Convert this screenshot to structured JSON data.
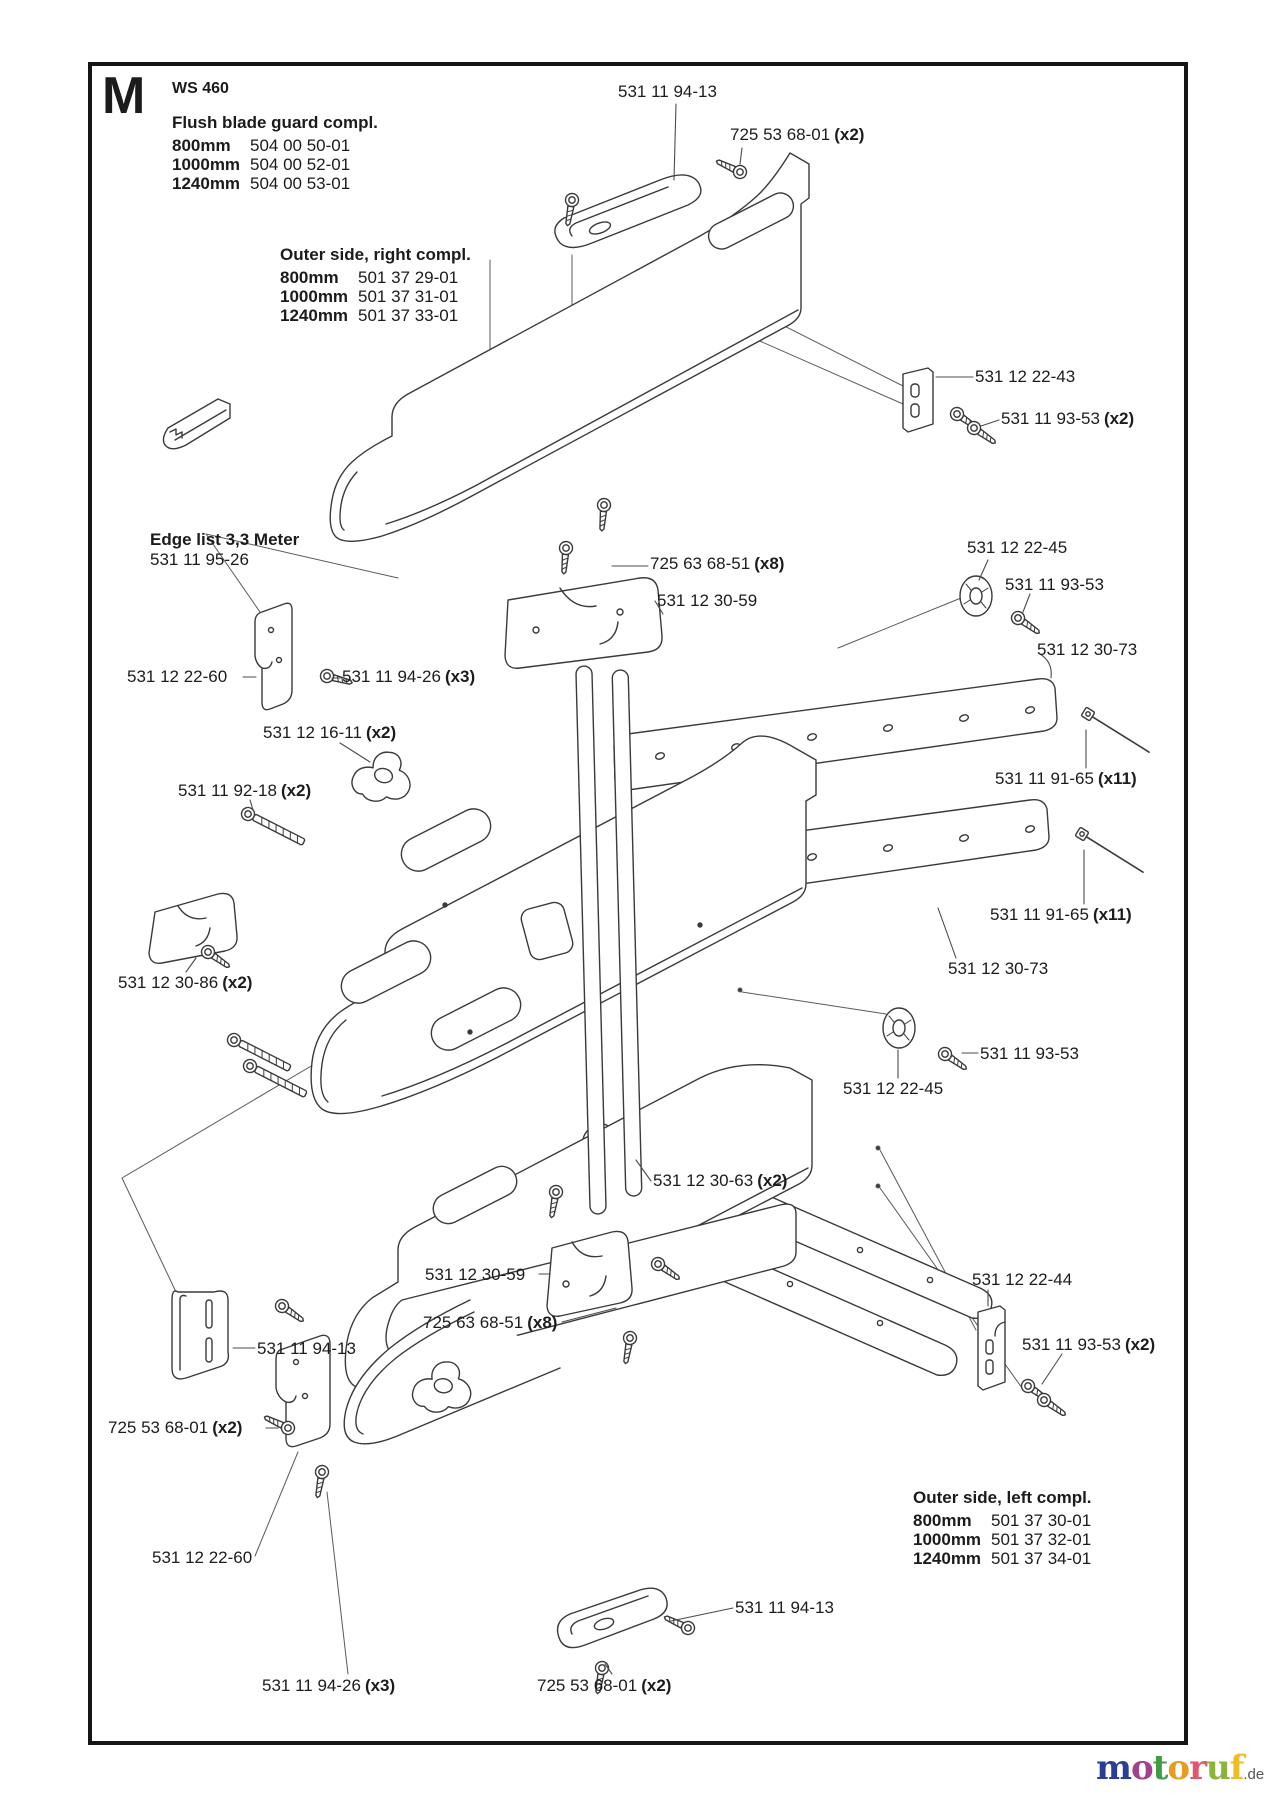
{
  "page": {
    "letter": "M",
    "model": "WS 460"
  },
  "blocks": {
    "flush": {
      "title": "Flush blade guard compl.",
      "rows": [
        {
          "size": "800mm",
          "part": "504 00 50-01"
        },
        {
          "size": "1000mm",
          "part": "504 00 52-01"
        },
        {
          "size": "1240mm",
          "part": "504 00 53-01"
        }
      ]
    },
    "outer_right": {
      "title": "Outer side, right compl.",
      "rows": [
        {
          "size": "800mm",
          "part": "501 37 29-01"
        },
        {
          "size": "1000mm",
          "part": "501 37 31-01"
        },
        {
          "size": "1240mm",
          "part": "501 37 33-01"
        }
      ]
    },
    "edge_list": {
      "title": "Edge list 3,3 Meter",
      "part": "531 11 95-26"
    },
    "outer_left": {
      "title": "Outer side, left compl.",
      "rows": [
        {
          "size": "800mm",
          "part": "501 37 30-01"
        },
        {
          "size": "1000mm",
          "part": "501 37 32-01"
        },
        {
          "size": "1240mm",
          "part": "501 37 34-01"
        }
      ]
    }
  },
  "labels": [
    {
      "text": "531 11 94-13"
    },
    {
      "text": "725 53 68-01",
      "qty": "(x2)"
    },
    {
      "text": "531 12 22-43"
    },
    {
      "text": "531 11 93-53",
      "qty": "(x2)"
    },
    {
      "text": "725 63 68-51",
      "qty": "(x8)"
    },
    {
      "text": "531 12 30-59"
    },
    {
      "text": "531 12 22-45"
    },
    {
      "text": "531 11 93-53"
    },
    {
      "text": "531 12 30-73"
    },
    {
      "text": "531 12 22-60"
    },
    {
      "text": "531 11 94-26",
      "qty": "(x3)"
    },
    {
      "text": "531 12 16-11",
      "qty": "(x2)"
    },
    {
      "text": "531 11 92-18",
      "qty": "(x2)"
    },
    {
      "text": "531 11 91-65",
      "qty": "(x11)"
    },
    {
      "text": "531 11 91-65",
      "qty": "(x11)"
    },
    {
      "text": "531 12 30-73"
    },
    {
      "text": "531 12 30-86",
      "qty": "(x2)"
    },
    {
      "text": "531 11 93-53"
    },
    {
      "text": "531 12 22-45"
    },
    {
      "text": "531 12 30-63",
      "qty": "(x2)"
    },
    {
      "text": "531 12 30-59"
    },
    {
      "text": "725 63 68-51",
      "qty": "(x8)"
    },
    {
      "text": "531 11 94-13"
    },
    {
      "text": "725 53 68-01",
      "qty": "(x2)"
    },
    {
      "text": "531 12 22-44"
    },
    {
      "text": "531 11 93-53",
      "qty": "(x2)"
    },
    {
      "text": "531 11 94-13"
    },
    {
      "text": "531 12 22-60"
    },
    {
      "text": "531 11 94-26",
      "qty": "(x3)"
    },
    {
      "text": "725 53 68-01",
      "qty": "(x2)"
    }
  ],
  "watermark": {
    "letters": [
      {
        "ch": "m",
        "color": "#2c3e94"
      },
      {
        "ch": "o",
        "color": "#a4418e"
      },
      {
        "ch": "t",
        "color": "#3f9d44"
      },
      {
        "ch": "o",
        "color": "#e79c1f"
      },
      {
        "ch": "r",
        "color": "#e2566f"
      },
      {
        "ch": "u",
        "color": "#8ab53a"
      },
      {
        "ch": "f",
        "color": "#edbd27"
      }
    ],
    "suffix": ".de"
  }
}
